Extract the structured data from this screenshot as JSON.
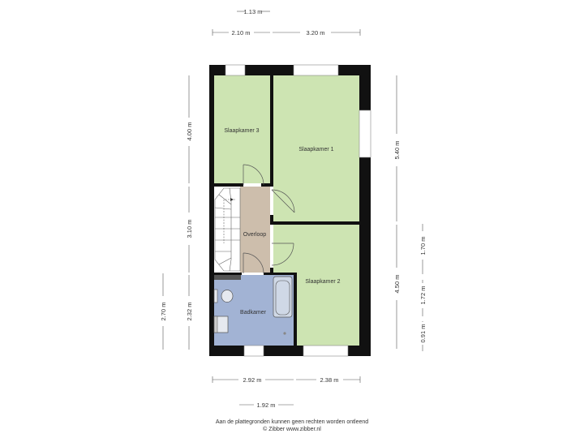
{
  "colors": {
    "wall": "#111111",
    "bedroom": "#cde4b2",
    "bathroom": "#a2b3d4",
    "landing": "#cdbeac",
    "window": "#ffffff",
    "dim_line": "#555555"
  },
  "rooms": {
    "slaapkamer3": "Slaapkamer 3",
    "slaapkamer1": "Slaapkamer 1",
    "overloop": "Overloop",
    "slaapkamer2": "Slaapkamer 2",
    "badkamer": "Badkamer"
  },
  "dimensions": {
    "top_1": "1.13 m",
    "top_2a": "2.10 m",
    "top_2b": "3.20 m",
    "left_1": "4.00 m",
    "left_2": "3.10 m",
    "left_3": "2.32 m",
    "left_outer": "2.70 m",
    "right_1": "5.40 m",
    "right_2": "4.50 m",
    "right_outer_1": "1.70 m",
    "right_outer_2": "1.72 m",
    "right_outer_3": "0.91 m",
    "bottom_1a": "2.92 m",
    "bottom_1b": "2.38 m",
    "bottom_2": "1.92 m"
  },
  "footer": {
    "line1": "Aan de plattegronden kunnen geen rechten worden ontleend",
    "line2": "© Zibber www.zibber.nl"
  }
}
